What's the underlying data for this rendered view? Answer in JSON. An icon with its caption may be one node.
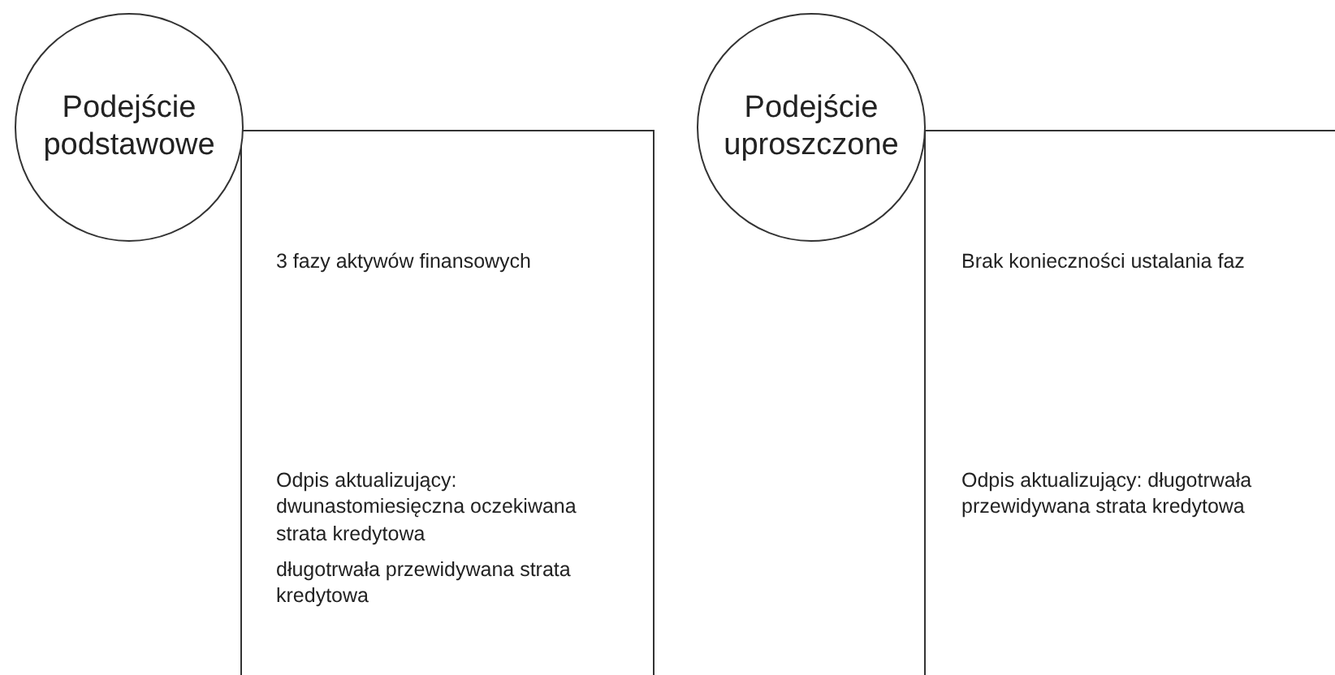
{
  "diagram": {
    "nodes": [
      {
        "text": [
          "Podejście podstawowe"
        ]
      },
      {
        "text": [
          "3 fazy aktywów finansowych"
        ]
      },
      {
        "text": [
          "Odpis aktualizujący: dwunastomiesięczna oczekiwana strata kredytowa",
          "długotrwała przewidywana strata kredytowa"
        ]
      },
      {
        "text": [
          "Podejście uproszczone"
        ]
      },
      {
        "text": [
          "Brak konieczności ustalania faz"
        ]
      },
      {
        "text": [
          "Odpis aktualizujący: długotrwała przewidywana strata kredytowa"
        ]
      }
    ]
  }
}
